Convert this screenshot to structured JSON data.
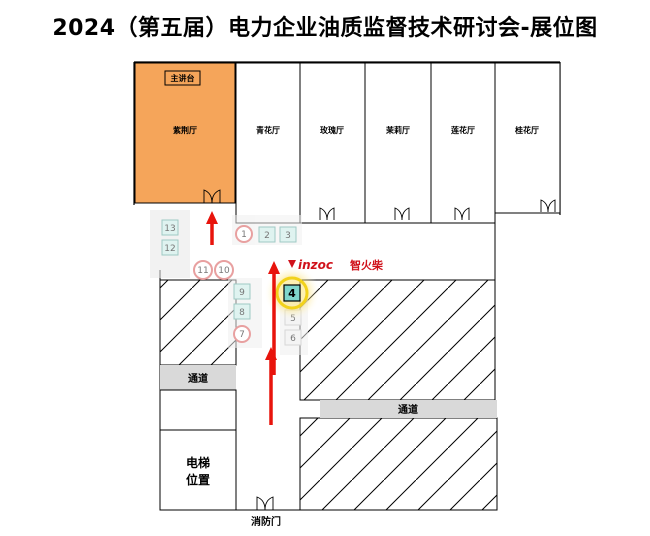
{
  "title": "2024（第五届）电力企业油质监督技术研讨会-展位图",
  "rooms": {
    "main_hall": "紫荆厅",
    "stage": "主讲台",
    "hall_2": "青花厅",
    "hall_3": "玫瑰厅",
    "hall_4": "茉莉厅",
    "hall_5": "莲花厅",
    "hall_6": "桂花厅"
  },
  "corridor_1": "通道",
  "corridor_2": "通道",
  "elevator_line1": "电梯",
  "elevator_line2": "位置",
  "fire_door": "消防门",
  "brand": {
    "name": "inzoc",
    "name_cn": "智火柴",
    "color": "#d0121b"
  },
  "highlight_booth": "4",
  "booths": [
    "13",
    "12",
    "11",
    "10",
    "1",
    "2",
    "3",
    "9",
    "8",
    "7",
    "5",
    "6"
  ],
  "colors": {
    "main_hall_fill": "#f5a55a",
    "arrow": "#e8140c",
    "highlight_ring": "#f2d21b",
    "booth_fill": "#7fd6cc"
  }
}
